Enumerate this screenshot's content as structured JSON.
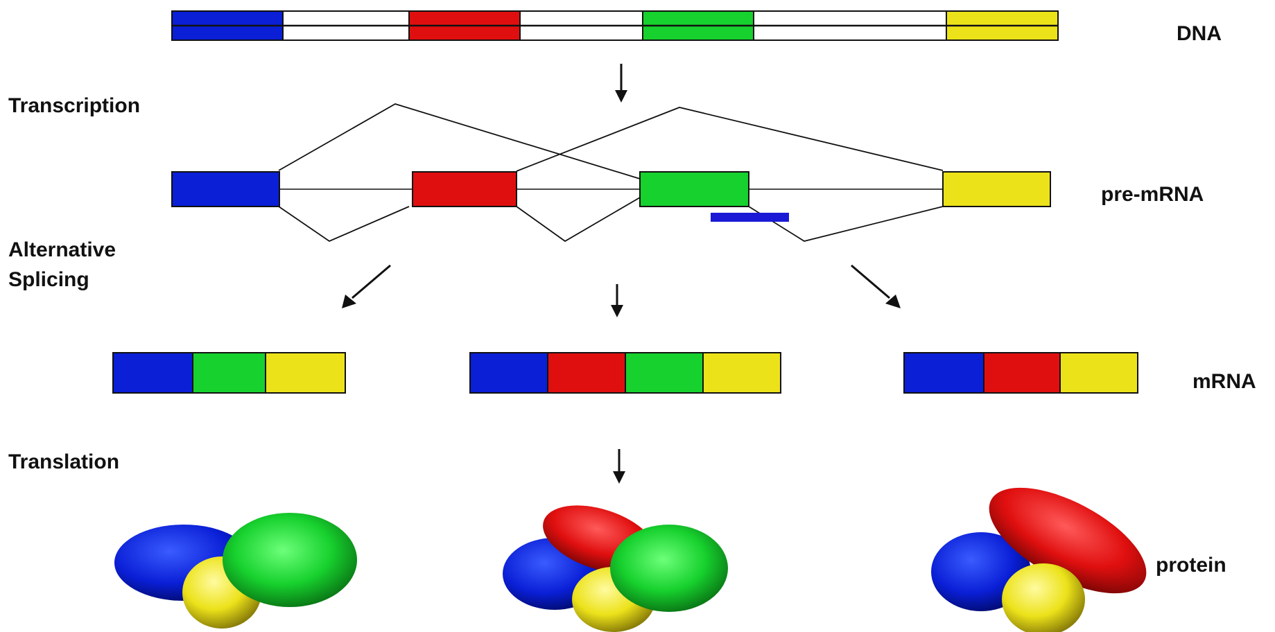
{
  "labels": {
    "dna": "DNA",
    "transcription": "Transcription",
    "pre_mrna": "pre-mRNA",
    "alternative": "Alternative",
    "splicing": "Splicing",
    "mrna": "mRNA",
    "translation": "Translation",
    "protein": "protein"
  },
  "exons": [
    {
      "name": "exon-1",
      "color": "#0a1fd6"
    },
    {
      "name": "exon-2",
      "color": "#e00f0f"
    },
    {
      "name": "exon-3",
      "color": "#17d12e"
    },
    {
      "name": "exon-4",
      "color": "#ece21a"
    }
  ],
  "mrna_isoforms": [
    {
      "name": "mrna-isoform-left",
      "exons": [
        "blue",
        "green",
        "yellow"
      ]
    },
    {
      "name": "mrna-isoform-middle",
      "exons": [
        "blue",
        "red",
        "green",
        "yellow"
      ]
    },
    {
      "name": "mrna-isoform-right",
      "exons": [
        "blue",
        "red",
        "yellow"
      ]
    }
  ]
}
